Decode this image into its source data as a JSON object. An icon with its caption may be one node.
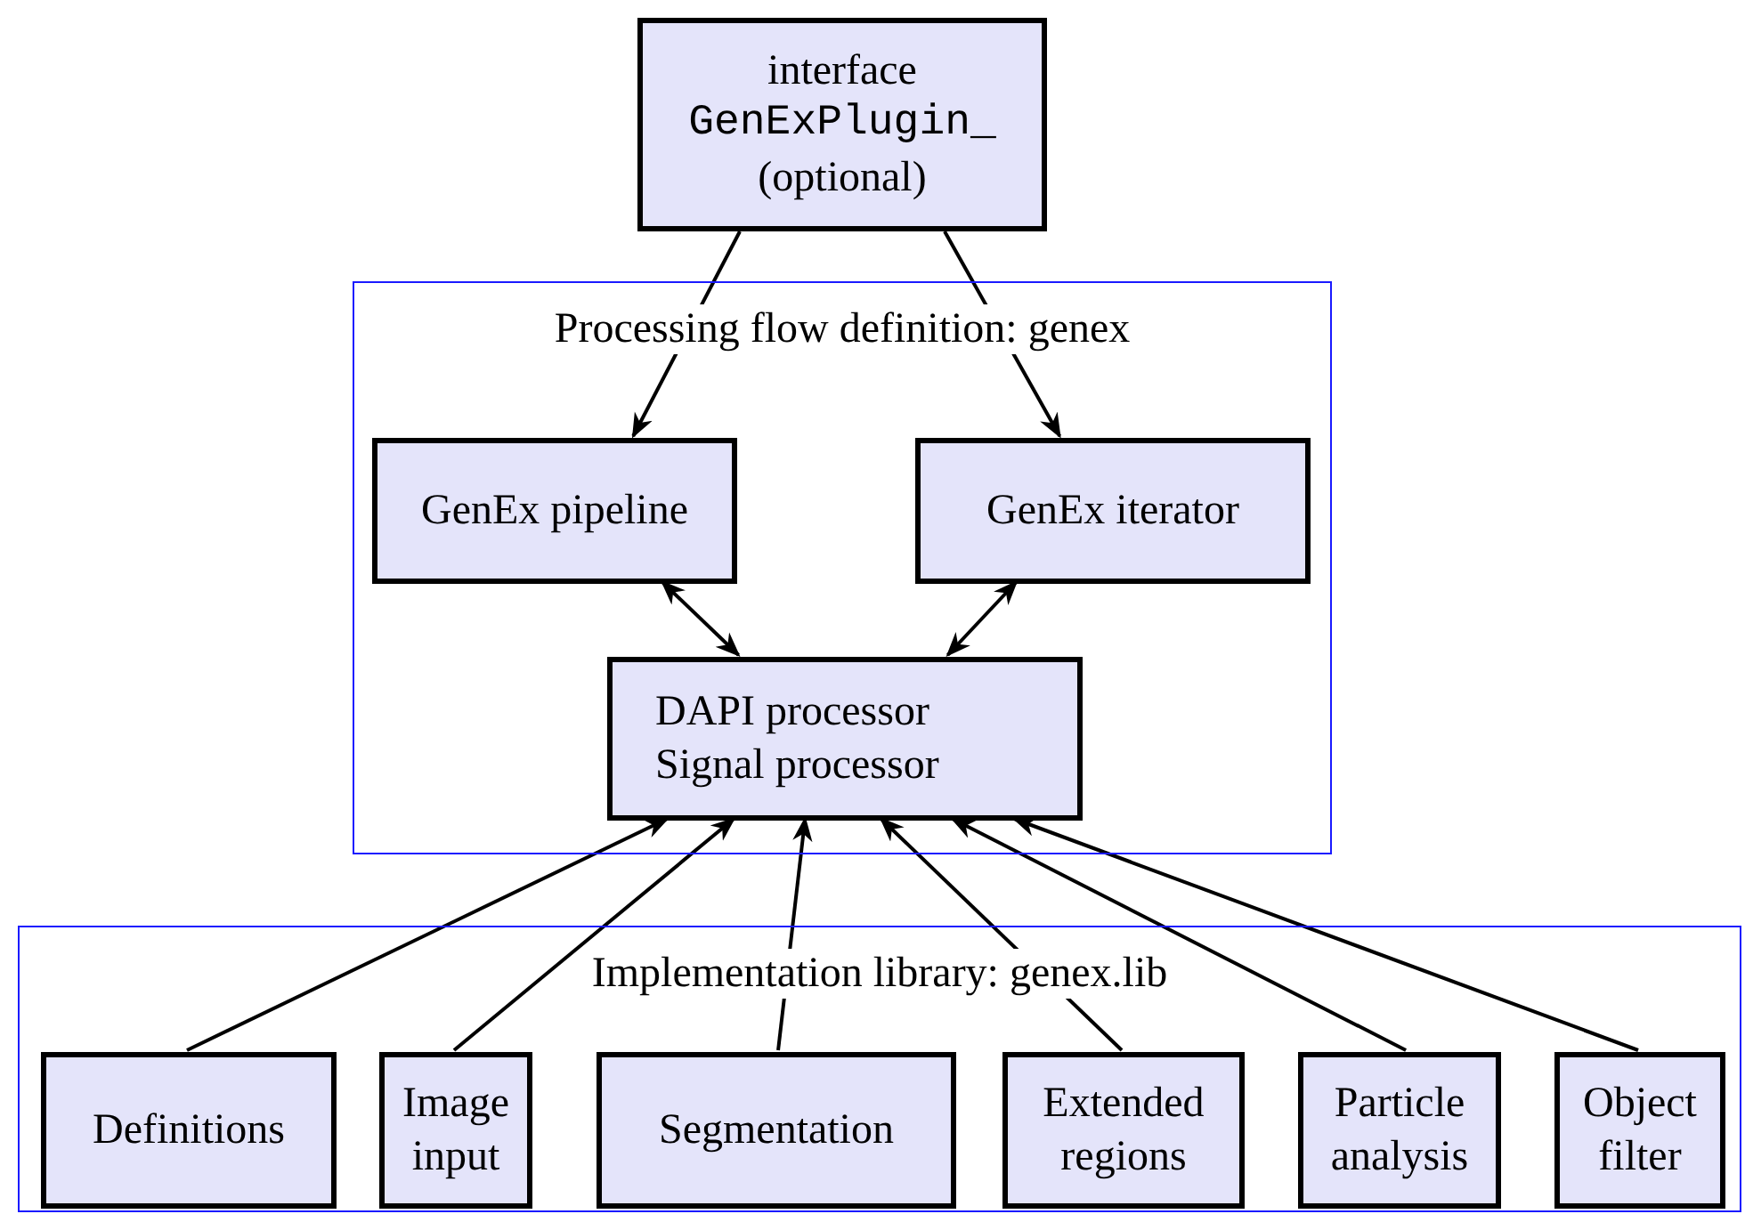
{
  "diagram": {
    "nodes": [
      {
        "text": [
          "interface",
          "GenExPlugin_",
          "(optional)"
        ]
      },
      {
        "text": [
          "Processing flow definition: genex"
        ]
      },
      {
        "text": [
          "GenEx pipeline"
        ],
        "in": 1
      },
      {
        "text": [
          "GenEx iterator"
        ],
        "in": 1
      },
      {
        "text": [
          "DAPI processor",
          "Signal processor"
        ],
        "in": 1
      },
      {
        "text": [
          "Implementation library: genex.lib"
        ]
      },
      {
        "text": [
          "Definitions"
        ],
        "in": 5
      },
      {
        "text": [
          "Image input"
        ],
        "in": 5
      },
      {
        "text": [
          "Segmentation"
        ],
        "in": 5
      },
      {
        "text": [
          "Extended regions"
        ],
        "in": 5
      },
      {
        "text": [
          "Particle analysis"
        ],
        "in": 5
      },
      {
        "text": [
          "Object filter"
        ],
        "in": 5
      }
    ],
    "edges": [
      {
        "from": 0,
        "to": 2,
        "arrow": "to"
      },
      {
        "from": 0,
        "to": 3,
        "arrow": "to"
      },
      {
        "from": 2,
        "to": 4,
        "arrow": "both"
      },
      {
        "from": 3,
        "to": 4,
        "arrow": "both"
      },
      {
        "from": 6,
        "to": 4,
        "arrow": "to"
      },
      {
        "from": 7,
        "to": 4,
        "arrow": "to"
      },
      {
        "from": 8,
        "to": 4,
        "arrow": "to"
      },
      {
        "from": 9,
        "to": 4,
        "arrow": "to"
      },
      {
        "from": 10,
        "to": 4,
        "arrow": "to"
      },
      {
        "from": 11,
        "to": 4,
        "arrow": "to"
      }
    ]
  }
}
